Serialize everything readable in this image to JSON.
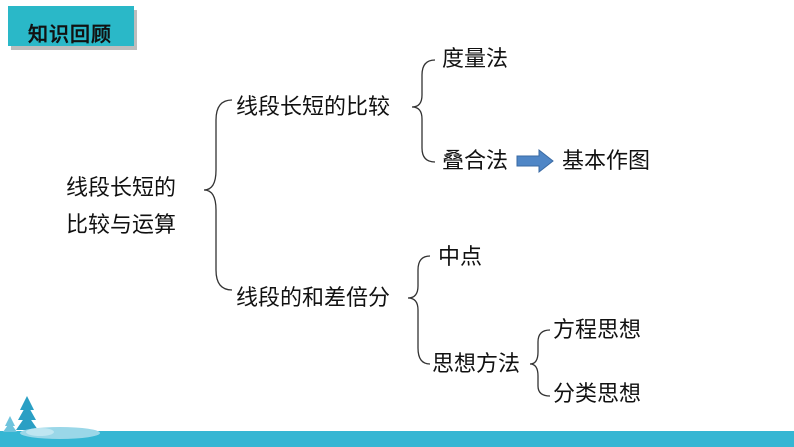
{
  "header": {
    "title": "知识回顾"
  },
  "root": {
    "line1": "线段长短的",
    "line2": "比较与运算"
  },
  "branch1": {
    "label": "线段长短的比较",
    "children": [
      "度量法",
      "叠合法"
    ],
    "arrow_target": "基本作图"
  },
  "branch2": {
    "label": "线段的和差倍分",
    "children": [
      "中点",
      "思想方法"
    ],
    "sub_children": [
      "方程思想",
      "分类思想"
    ]
  },
  "colors": {
    "header_bg": "#2ab8c8",
    "arrow_fill": "#4f86c6",
    "footer_water": "#35b6d3",
    "tree": "#2a9fc4"
  }
}
